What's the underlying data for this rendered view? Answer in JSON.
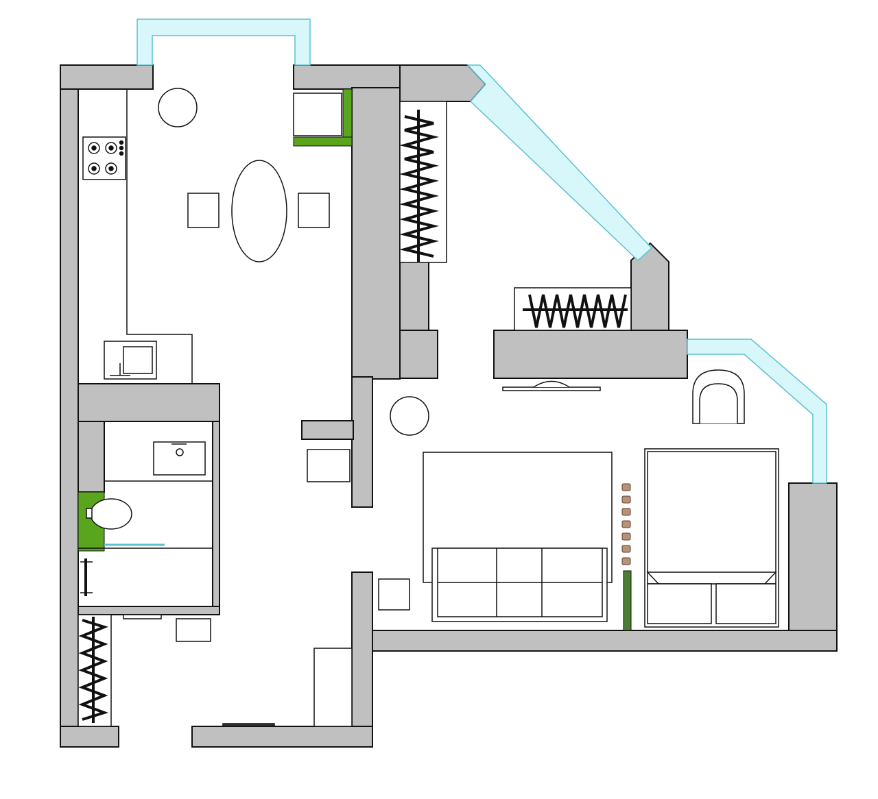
{
  "plan": {
    "colors": {
      "wall": "#c0c0c0",
      "glass": "#d8f7fb",
      "glass_edge": "#5bc0ce",
      "accent_green": "#5aa51e",
      "accent_dark_green": "#4c7d34",
      "accent_brown": "#b79276",
      "line": "#111111",
      "background": "#ffffff"
    },
    "rooms": [
      "kitchen-dining",
      "wardrobe-room",
      "bedroom",
      "bathroom",
      "entry-hall"
    ],
    "furniture": [
      "stove",
      "kitchen-sink",
      "dining-table",
      "chair-left",
      "chair-right",
      "round-table",
      "cabinet",
      "wardrobe-vertical",
      "wardrobe-horizontal",
      "washbasin",
      "toilet",
      "bathtub",
      "hall-wardrobe",
      "double-bed",
      "single-bed",
      "sofa",
      "armchair",
      "side-table",
      "tv",
      "nightstand"
    ]
  }
}
